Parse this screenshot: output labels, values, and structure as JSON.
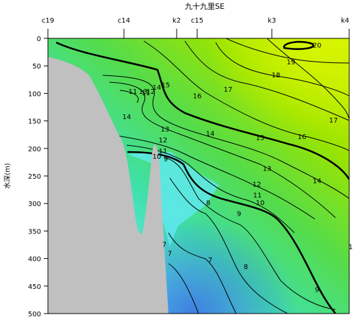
{
  "chart_data": {
    "type": "contour",
    "title": "九十九里SE",
    "ylabel": "水深(m)",
    "xlabel": "",
    "ylim": [
      0,
      500
    ],
    "y_ticks": [
      0,
      50,
      100,
      150,
      200,
      250,
      300,
      350,
      400,
      450,
      500
    ],
    "stations": [
      "c19",
      "c14",
      "k2",
      "c15",
      "k3",
      "k4"
    ],
    "contour_levels": [
      7,
      8,
      9,
      10,
      11,
      12,
      13,
      14,
      15,
      16,
      17,
      18,
      19,
      20
    ],
    "bold_levels": [
      10,
      15,
      20
    ],
    "contour_labels": [
      {
        "value": "20",
        "depth": 12
      },
      {
        "value": "19",
        "depth": 42
      },
      {
        "value": "18",
        "depth": 66
      },
      {
        "value": "17",
        "depth": 92
      },
      {
        "value": "17",
        "depth": 148
      },
      {
        "value": "16",
        "depth": 104
      },
      {
        "value": "16",
        "depth": 178
      },
      {
        "value": "15",
        "depth": 84
      },
      {
        "value": "15",
        "depth": 180
      },
      {
        "value": "14",
        "depth": 88
      },
      {
        "value": "14",
        "depth": 142
      },
      {
        "value": "14",
        "depth": 172
      },
      {
        "value": "14",
        "depth": 258
      },
      {
        "value": "13",
        "depth": 96
      },
      {
        "value": "13",
        "depth": 164
      },
      {
        "value": "13",
        "depth": 236
      },
      {
        "value": "12",
        "depth": 96
      },
      {
        "value": "12",
        "depth": 184
      },
      {
        "value": "12",
        "depth": 264
      },
      {
        "value": "11",
        "depth": 96
      },
      {
        "value": "11",
        "depth": 98
      },
      {
        "value": "11",
        "depth": 204
      },
      {
        "value": "11",
        "depth": 284
      },
      {
        "value": "10",
        "depth": 214
      },
      {
        "value": "10",
        "depth": 298
      },
      {
        "value": "9",
        "depth": 218
      },
      {
        "value": "9",
        "depth": 318
      },
      {
        "value": "9",
        "depth": 456
      },
      {
        "value": "8",
        "depth": 298
      },
      {
        "value": "8",
        "depth": 414
      },
      {
        "value": "7",
        "depth": 374
      },
      {
        "value": "7",
        "depth": 390
      },
      {
        "value": "7",
        "depth": 402
      },
      {
        "value": "1",
        "depth": 378
      }
    ],
    "colors": {
      "warm": "#c8f000",
      "cool": "#4a8ce8",
      "bottom": "#c0c0c0",
      "line": "#000000"
    }
  }
}
